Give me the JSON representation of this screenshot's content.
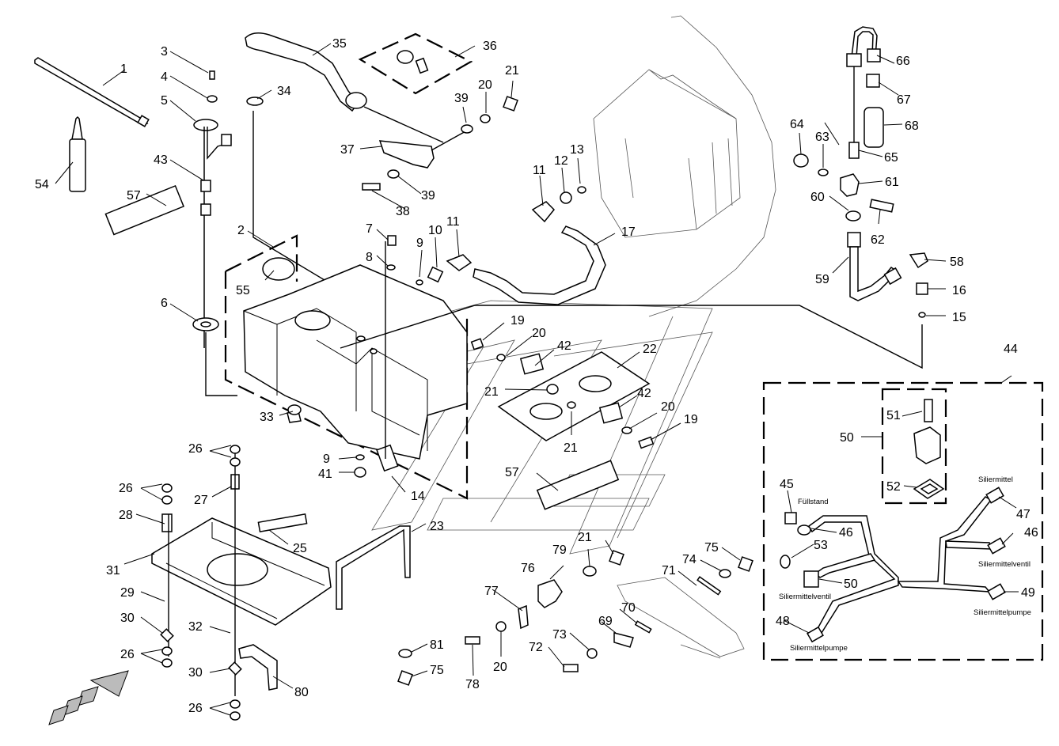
{
  "callouts": [
    "1",
    "2",
    "3",
    "4",
    "5",
    "6",
    "7",
    "8",
    "9",
    "10",
    "11",
    "12",
    "13",
    "14",
    "15",
    "16",
    "17",
    "19",
    "20",
    "21",
    "22",
    "23",
    "25",
    "26",
    "27",
    "28",
    "29",
    "30",
    "31",
    "32",
    "33",
    "34",
    "35",
    "36",
    "37",
    "38",
    "39",
    "41",
    "42",
    "43",
    "44",
    "45",
    "46",
    "47",
    "48",
    "49",
    "50",
    "51",
    "52",
    "53",
    "54",
    "55",
    "57",
    "58",
    "59",
    "60",
    "61",
    "62",
    "63",
    "64",
    "65",
    "66",
    "67",
    "68",
    "69",
    "70",
    "71",
    "72",
    "73",
    "74",
    "75",
    "76",
    "77",
    "78",
    "79",
    "80",
    "81"
  ],
  "harness_labels": {
    "fuellstand": "Füllstand",
    "siliermittel": "Siliermittel",
    "siliermittelventil_right": "Siliermittelventil",
    "siliermittelventil_left": "Siliermittelventil",
    "siliermittelpumpe_right": "Siliermittelpumpe",
    "siliermittelpumpe_left": "Siliermittelpumpe"
  }
}
